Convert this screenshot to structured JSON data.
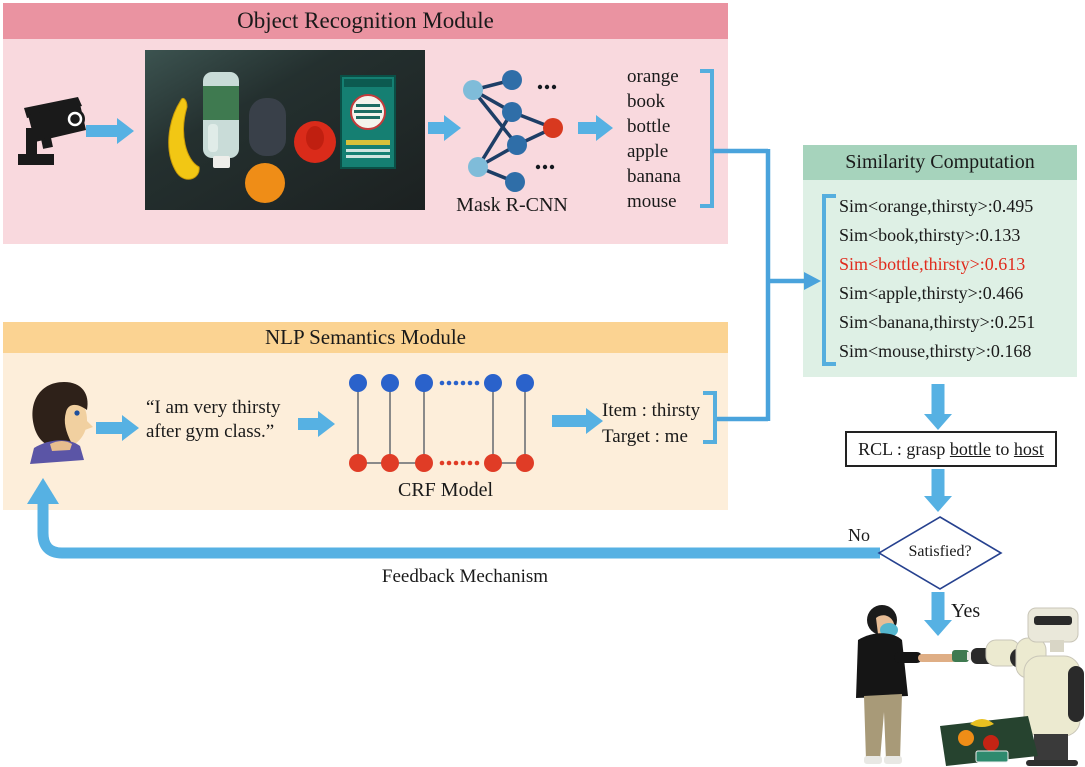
{
  "figure": {
    "object_recognition": {
      "title": "Object Recognition Module",
      "model_label": "Mask R-CNN",
      "detected_objects": [
        "orange",
        "book",
        "bottle",
        "apple",
        "banana",
        "mouse"
      ]
    },
    "nlp_module": {
      "title": "NLP Semantics Module",
      "utterance_line1": "“I am very thirsty",
      "utterance_line2": "after gym class.”",
      "model_label": "CRF Model",
      "output_item": "Item : thirsty",
      "output_target": "Target : me"
    },
    "similarity": {
      "title": "Similarity Computation",
      "items": [
        {
          "text": "Sim<orange,thirsty>:0.495",
          "highlighted": false
        },
        {
          "text": "Sim<book,thirsty>:0.133",
          "highlighted": false
        },
        {
          "text": "Sim<bottle,thirsty>:0.613",
          "highlighted": true
        },
        {
          "text": "Sim<apple,thirsty>:0.466",
          "highlighted": false
        },
        {
          "text": "Sim<banana,thirsty>:0.251",
          "highlighted": false
        },
        {
          "text": "Sim<mouse,thirsty>:0.168",
          "highlighted": false
        }
      ],
      "highlight_color": "#e02b1d"
    },
    "rcl": {
      "prefix": "RCL : grasp ",
      "object": "bottle",
      "connector": " to ",
      "target": "host"
    },
    "decision": {
      "question": "Satisfied?",
      "no_label": "No",
      "yes_label": "Yes"
    },
    "feedback_label": "Feedback Mechanism",
    "colors": {
      "arrow_blue": "#56b1e3",
      "connector_blue": "#4aa3dc",
      "pink_header": "#ea93a1",
      "pink_body": "#f9d9de",
      "orange_header": "#fbd392",
      "orange_body": "#fdeeda",
      "green_header": "#a6d3bc",
      "green_body": "#def0e5"
    }
  }
}
